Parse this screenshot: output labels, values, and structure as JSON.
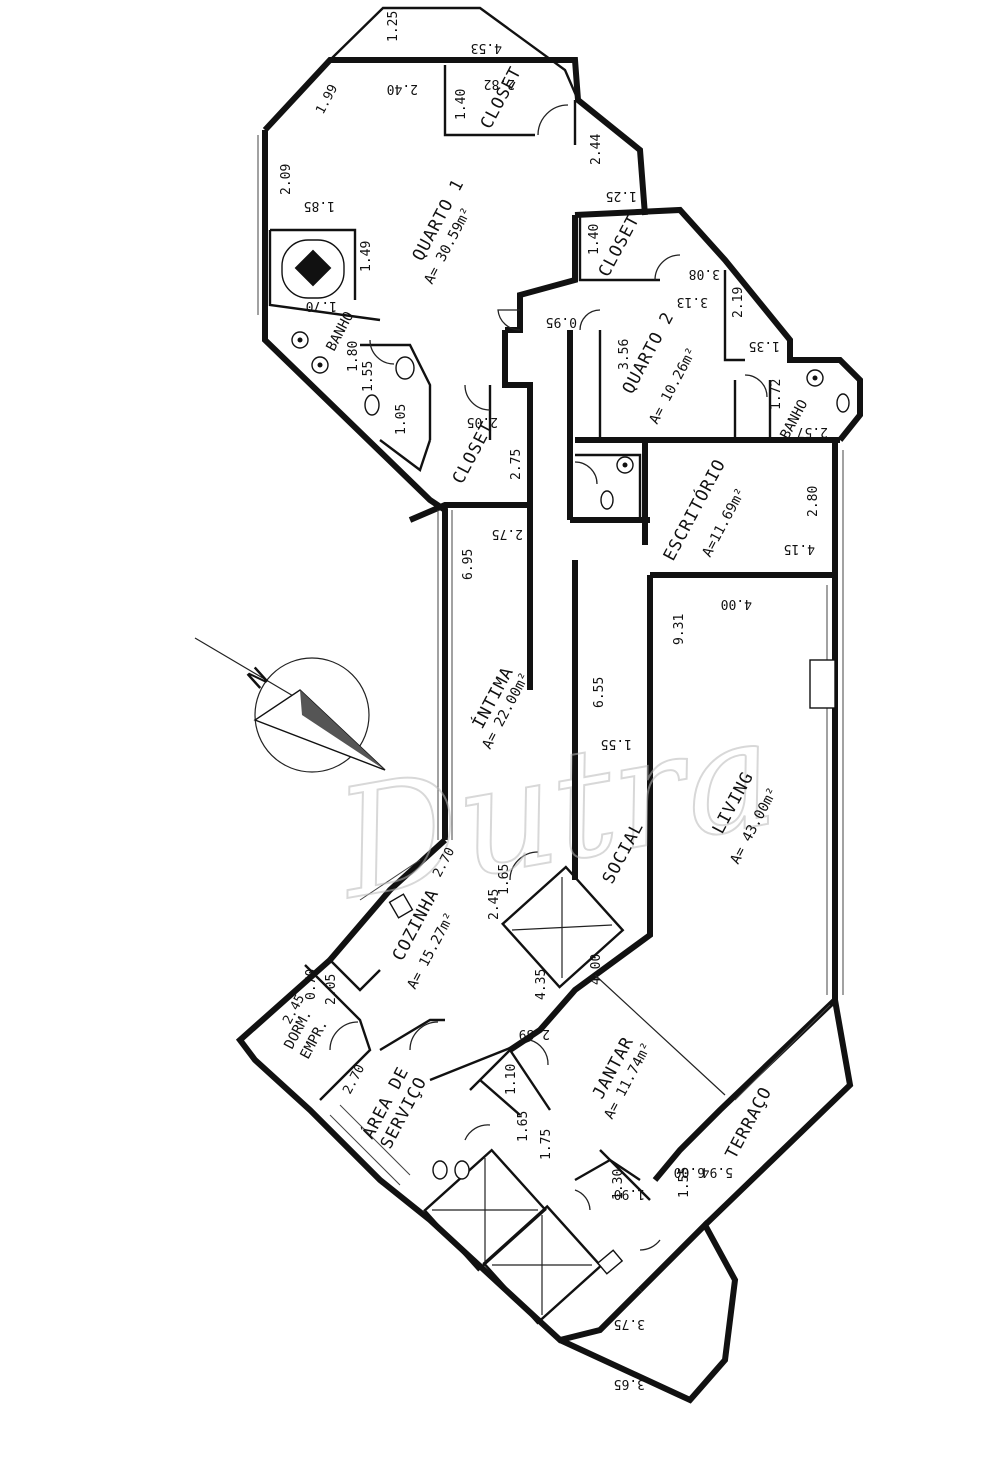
{
  "watermark": "Dutra",
  "rooms": [
    {
      "key": "quarto1",
      "name": "QUARTO 1",
      "area": "A= 30.59m²"
    },
    {
      "key": "closet1",
      "name": "CLOSET"
    },
    {
      "key": "banho1",
      "name": "BANHO"
    },
    {
      "key": "closet2",
      "name": "CLOSET"
    },
    {
      "key": "closet3",
      "name": "CLOSET"
    },
    {
      "key": "quarto2",
      "name": "QUARTO 2",
      "area": "A= 10.26m²"
    },
    {
      "key": "banho2",
      "name": "BANHO"
    },
    {
      "key": "escritorio",
      "name": "ESCRITÓRIO",
      "area": "A=11.69m²"
    },
    {
      "key": "intima",
      "name": "ÍNTIMA",
      "area": "A= 22.00m²"
    },
    {
      "key": "living",
      "name": "LIVING",
      "area": "A= 43.00m²"
    },
    {
      "key": "social",
      "name": "SOCIAL"
    },
    {
      "key": "cozinha",
      "name": "COZINHA",
      "area": "A= 15.27m²"
    },
    {
      "key": "dorm",
      "name": "DORM."
    },
    {
      "key": "empr",
      "name": "EMPR."
    },
    {
      "key": "area_servico_1",
      "name": "ÁREA DE"
    },
    {
      "key": "area_servico_2",
      "name": "SERVIÇO"
    },
    {
      "key": "jantar",
      "name": "JANTAR",
      "area": "A= 11.74m²"
    },
    {
      "key": "terraco",
      "name": "TERRAÇO"
    }
  ],
  "dimensions": [
    "1.25",
    "4.53",
    "2.40",
    "1.99",
    "2.82",
    "1.40",
    "2.44",
    "1.25",
    "2.09",
    "1.85",
    "1.49",
    "1.70",
    "1.80",
    "1.55",
    "1.05",
    "2.05",
    "2.75",
    "2.75",
    "6.95",
    "1.40",
    "3.08",
    "2.19",
    "3.13",
    "0.95",
    "3.56",
    "1.35",
    "1.72",
    "2.57",
    "2.80",
    "4.15",
    "4.00",
    "9.31",
    "6.55",
    "1.55",
    "2.70",
    "1.65",
    "2.45",
    "4.35",
    "2.89",
    "4.00",
    "2.05",
    "2.45",
    "2.70",
    "1.10",
    "1.75",
    "1.65",
    "1.90",
    "1.30",
    "6.00",
    "5.94",
    "1.55",
    "3.75",
    "3.65",
    "0.70"
  ],
  "compass": {
    "label": "N"
  }
}
